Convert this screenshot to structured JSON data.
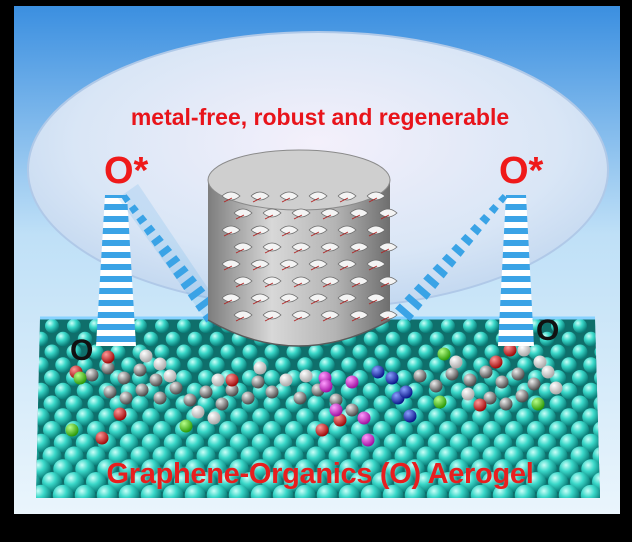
{
  "texts": {
    "tagline": "metal-free, robust and regenerable",
    "active_oxygen_left": "O*",
    "active_oxygen_right": "O*",
    "oxygen_left": "O",
    "oxygen_right": "O",
    "caption": "Graphene-Organics (O) Aerogel"
  },
  "colors": {
    "background": "#000000",
    "frame_sky_top": "#2a7fd4",
    "bubble_fill": "#cfe4f6",
    "label_red": "#e8141b",
    "atom_cyan": "#33d6c8",
    "stripe_blue": "#3aa3e6",
    "cylinder_gray": "#9a9a9a"
  },
  "icons": {
    "atom_lattice": "graphene-atom-lattice",
    "cylinder": "aerogel-porous-cylinder",
    "beam_left": "striped-beam-left",
    "beam_right": "striped-beam-right"
  }
}
